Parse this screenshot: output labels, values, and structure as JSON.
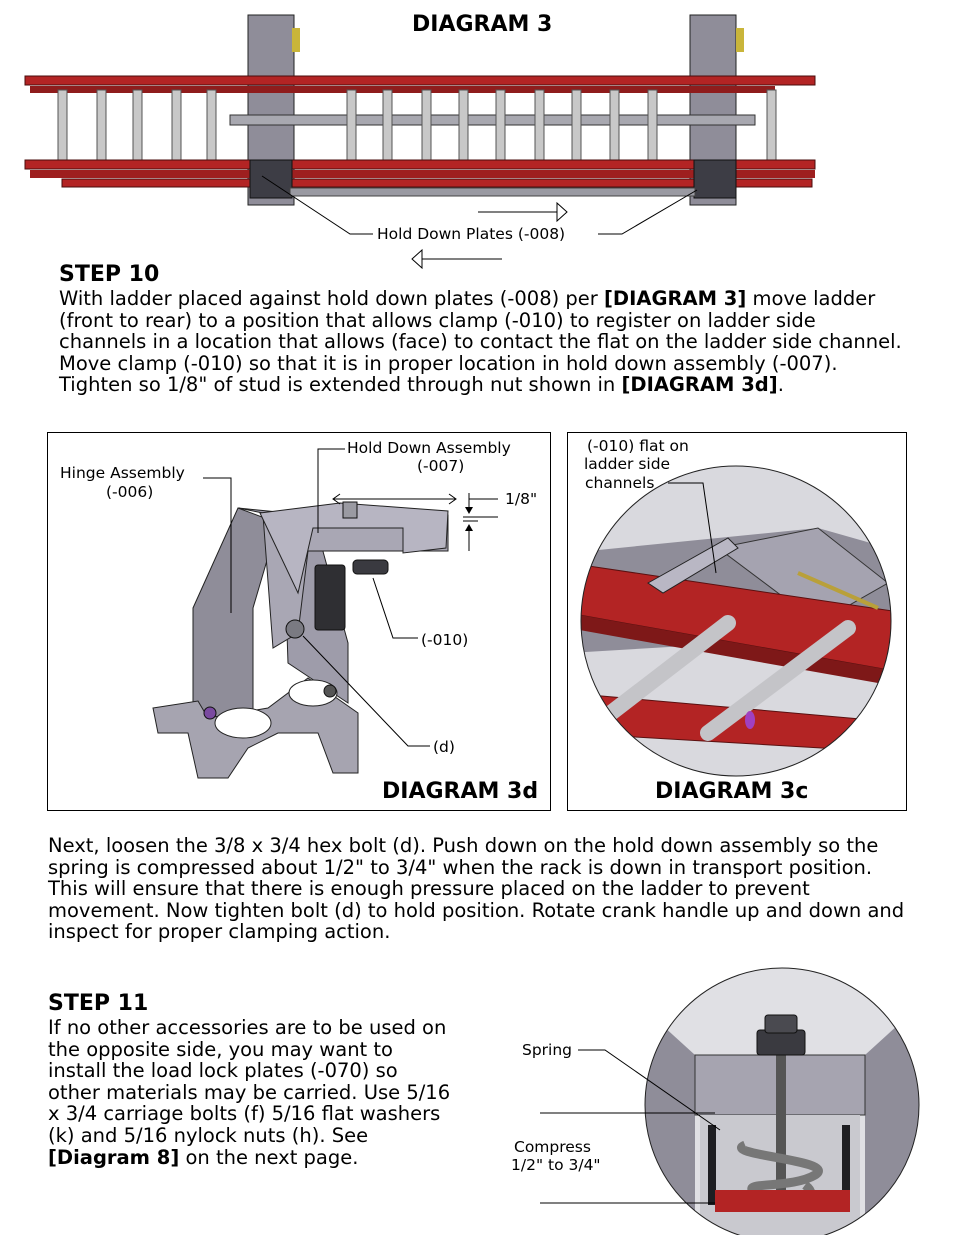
{
  "diagram3": {
    "title": "DIAGRAM 3",
    "label_plates": "Hold Down Plates (-008)"
  },
  "step10": {
    "heading": "STEP 10",
    "p1": "With ladder placed against hold down plates (-008) per ",
    "ref1": "[DIAGRAM 3]",
    "p2": " move ladder (front to rear) to a position that allows clamp (-010) to register on ladder side channels in a location that allows (face) to contact the flat on the ladder side channel. Move clamp (-010) so that it is in proper location in hold down assembly (-007). Tighten so 1/8\" of stud is extended through nut shown in ",
    "ref2": "[DIAGRAM 3d]",
    "p3": "."
  },
  "diagram3d": {
    "title": "DIAGRAM 3d",
    "label_hinge_1": "Hinge Assembly",
    "label_hinge_2": "(-006)",
    "label_hold_1": "Hold Down Assembly",
    "label_hold_2": "(-007)",
    "label_eighth": "1/8\"",
    "label_clamp": "(-010)",
    "label_d": "(d)"
  },
  "diagram3c": {
    "title": "DIAGRAM 3c",
    "label_1": "(-010) flat on",
    "label_2": "ladder side",
    "label_3": "channels"
  },
  "next_paragraph": "Next, loosen the 3/8 x 3/4 hex bolt (d). Push down on the hold down assembly so the spring is compressed about 1/2\" to 3/4\" when the rack is down in transport position. This will ensure that there is enough pressure placed on the ladder to prevent movement. Now tighten bolt (d) to hold position. Rotate crank handle up and down and inspect for proper clamping action.",
  "step11": {
    "heading": "STEP 11",
    "p1": "If no other accessories are to be used on the opposite side, you may want to install the load lock plates (-070) so other materials may be carried. Use 5/16 x 3/4 carriage bolts (f) 5/16 flat washers (k) and 5/16 nylock nuts (h). See ",
    "ref": "[Diagram 8]",
    "p2": " on the next page."
  },
  "spring_diagram": {
    "label_spring": "Spring",
    "label_compress_1": "Compress",
    "label_compress_2": "1/2\" to 3/4\""
  },
  "colors": {
    "ladder_red": "#b32424",
    "rung_grey": "#bdbdbd",
    "metal_grey": "#8f8d99",
    "dark_metal": "#3d3d45"
  }
}
